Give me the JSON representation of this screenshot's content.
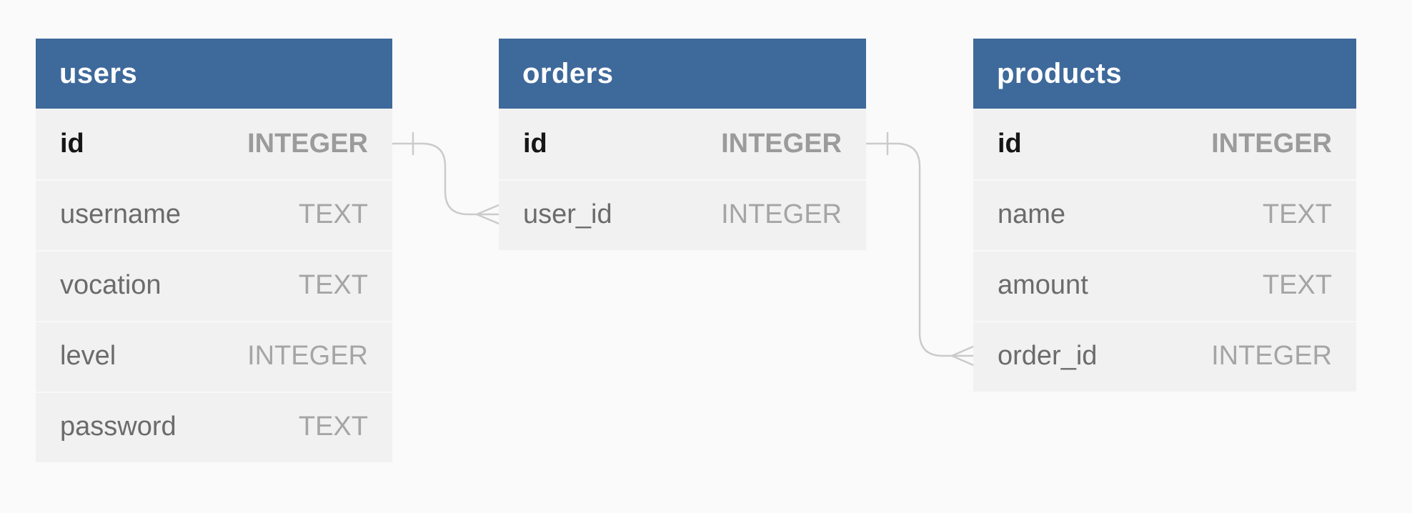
{
  "diagram": {
    "colors": {
      "canvas_bg": "#fafafa",
      "table_header_bg": "#3e699b",
      "table_header_fg": "#ffffff",
      "row_bg": "#f1f1f1",
      "column_name_fg": "#6b6b6b",
      "column_type_fg": "#a5a5a5",
      "pk_name_fg": "#161616",
      "relationship_line": "#cbcbcb"
    },
    "tables": [
      {
        "name": "users",
        "columns": [
          {
            "name": "id",
            "type": "INTEGER",
            "pk": true
          },
          {
            "name": "username",
            "type": "TEXT",
            "pk": false
          },
          {
            "name": "vocation",
            "type": "TEXT",
            "pk": false
          },
          {
            "name": "level",
            "type": "INTEGER",
            "pk": false
          },
          {
            "name": "password",
            "type": "TEXT",
            "pk": false
          }
        ]
      },
      {
        "name": "orders",
        "columns": [
          {
            "name": "id",
            "type": "INTEGER",
            "pk": true
          },
          {
            "name": "user_id",
            "type": "INTEGER",
            "pk": false
          }
        ]
      },
      {
        "name": "products",
        "columns": [
          {
            "name": "id",
            "type": "INTEGER",
            "pk": true
          },
          {
            "name": "name",
            "type": "TEXT",
            "pk": false
          },
          {
            "name": "amount",
            "type": "TEXT",
            "pk": false
          },
          {
            "name": "order_id",
            "type": "INTEGER",
            "pk": false
          }
        ]
      }
    ],
    "relationships": [
      {
        "from": "users.id",
        "to": "orders.user_id",
        "cardinality": "one-to-many"
      },
      {
        "from": "orders.id",
        "to": "products.order_id",
        "cardinality": "one-to-many"
      }
    ]
  }
}
